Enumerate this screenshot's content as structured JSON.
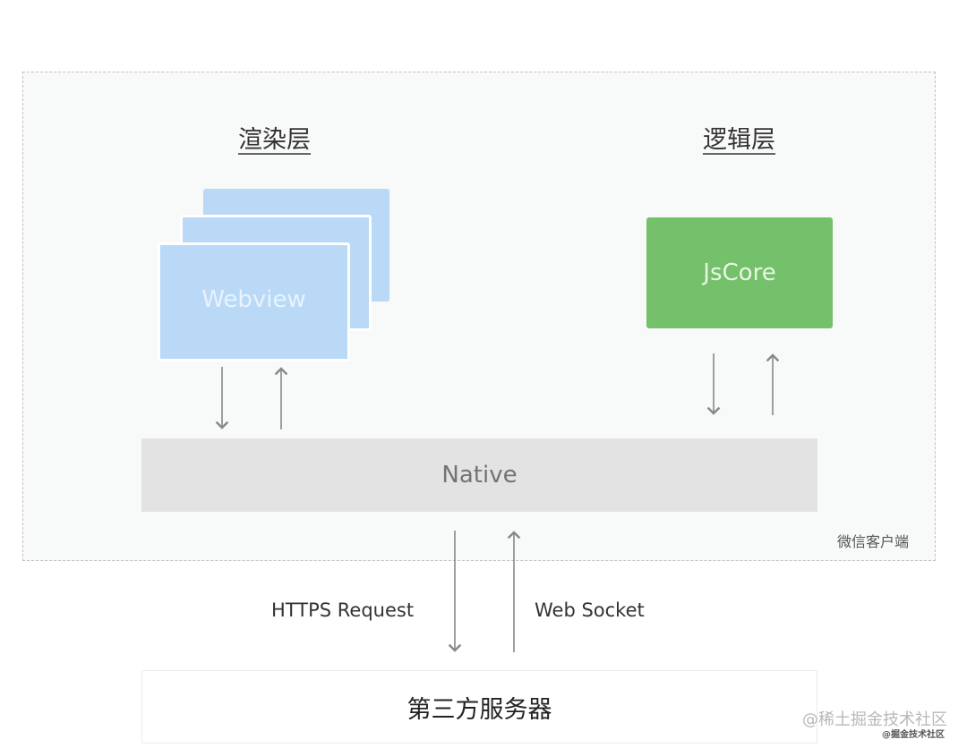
{
  "client": {
    "label": "微信客户端",
    "render_layer": {
      "title": "渲染层",
      "component": "Webview"
    },
    "logic_layer": {
      "title": "逻辑层",
      "component": "JsCore"
    },
    "native": "Native"
  },
  "connections": {
    "request": "HTTPS Request",
    "socket": "Web Socket"
  },
  "server": {
    "label": "第三方服务器"
  },
  "watermark": {
    "main": "@稀土掘金技术社区",
    "small": "@掘金技术社区"
  },
  "colors": {
    "webview": "#b9d9f7",
    "jscore": "#74c06b",
    "native": "#e3e3e3"
  }
}
